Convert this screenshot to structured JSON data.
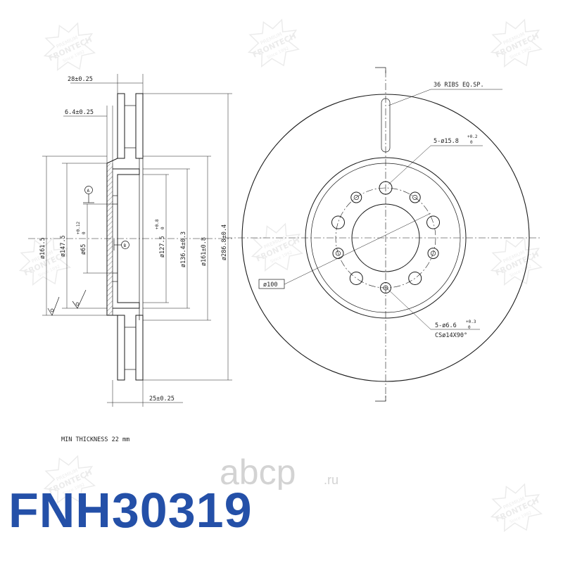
{
  "side_view": {
    "dims": {
      "total_thickness": "28±0.25",
      "hat_thickness": "6.4±0.25",
      "hub_thickness": "25±0.25",
      "d_161_5": "ø161.5",
      "d_147_5": "ø147.5",
      "d_65": "ø65",
      "d_65_tol_upper": "+0.12",
      "d_65_tol_lower": "0",
      "d_127_5": "ø127.5",
      "d_127_5_tol_upper": "+0.8",
      "d_127_5_tol_lower": "0",
      "d_136_4": "ø136.4±0.3",
      "d_161_0": "ø161±0.8",
      "d_286_8": "ø286.8±0.4"
    },
    "datum_a": "A",
    "datum_b": "B"
  },
  "front_view": {
    "ribs_note": "36 RIBS EQ.SP.",
    "holes_large": "5-ø15.8",
    "holes_large_tol_upper": "+0.2",
    "holes_large_tol_lower": "0",
    "pcd": "ø100",
    "holes_small": "5-ø6.6",
    "holes_small_tol_upper": "+0.3",
    "holes_small_tol_lower": "0",
    "countersink": "CSø14X90°"
  },
  "note": "MIN THICKNESS 22 mm",
  "part_number": "FNH30319",
  "seller_logo": {
    "word": "abcp",
    "domain": ".ru"
  },
  "watermark": {
    "line1": "PREMIUM",
    "line2": "FRONTECH",
    "line3": "Since 1992"
  },
  "colors": {
    "part_number": "#2450a8",
    "watermark": "#333333",
    "seller_logo": "#d3d3d3"
  }
}
